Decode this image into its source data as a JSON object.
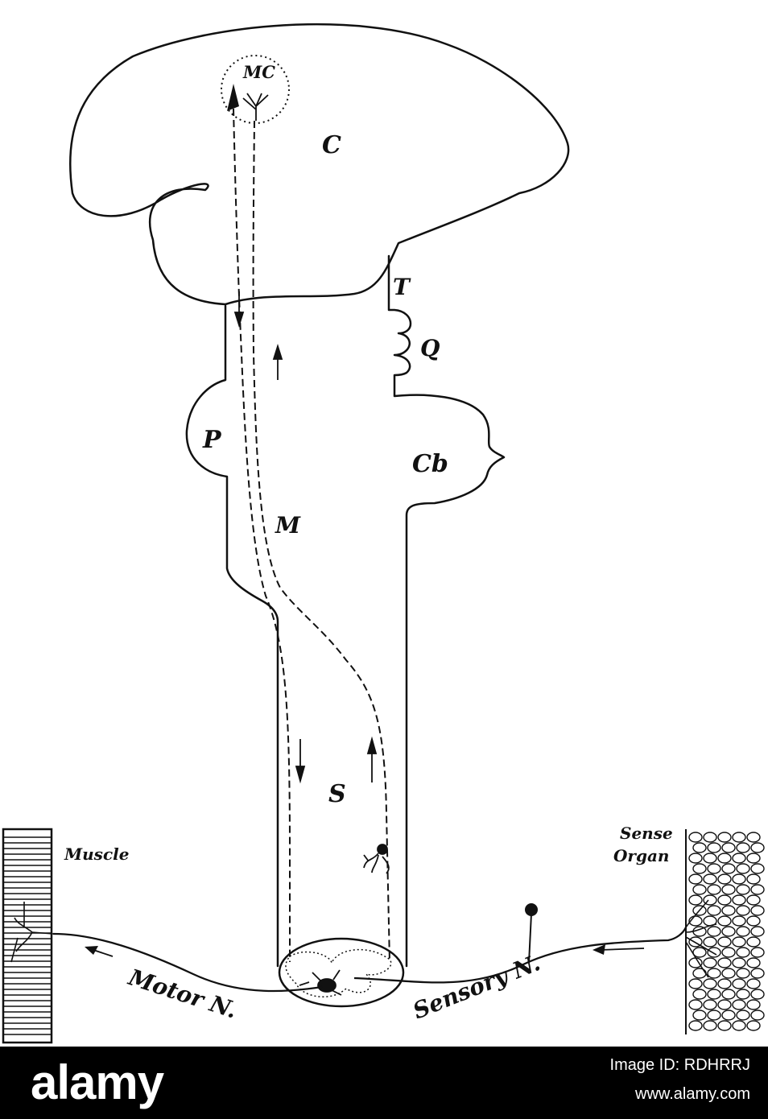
{
  "labels": {
    "motor_cortex": "MC",
    "cerebrum": "C",
    "thalamus": "T",
    "quadrigemina": "Q",
    "pons": "P",
    "cerebellum": "Cb",
    "medulla": "M",
    "spinal_cord": "S",
    "muscle": "Muscle",
    "sense_organ_line1": "Sense",
    "sense_organ_line2": "Organ",
    "motor_nerve": "Motor N.",
    "sensory_nerve": "Sensory N."
  },
  "footer": {
    "brand": "alamy",
    "image_id": "Image ID: RDHRRJ",
    "site": "www.alamy.com"
  },
  "colors": {
    "ink": "#111111",
    "background": "#ffffff",
    "footer_bg": "#000000",
    "footer_text": "#ffffff"
  }
}
